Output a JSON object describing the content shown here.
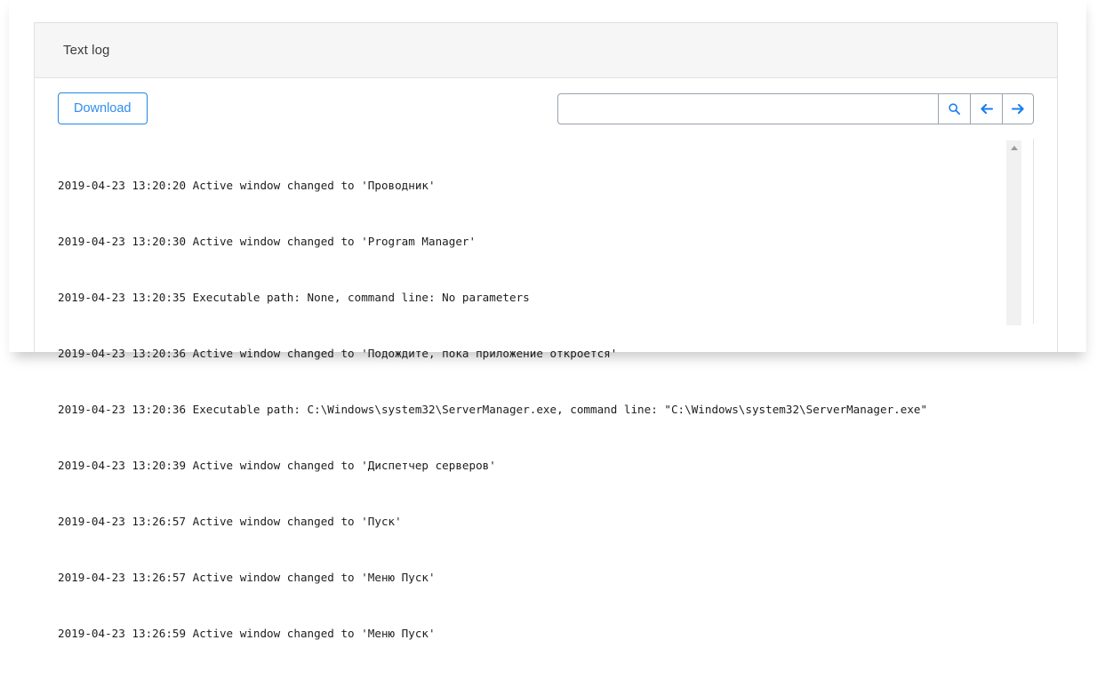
{
  "card": {
    "header_title": "Text log"
  },
  "toolbar": {
    "download_label": "Download",
    "search_value": "",
    "search_placeholder": "",
    "search_button_icon": "search-icon",
    "prev_button_icon": "arrow-left-icon",
    "next_button_icon": "arrow-right-icon"
  },
  "log": {
    "lines": [
      "2019-04-23 13:20:20 Active window changed to 'Проводник'",
      "2019-04-23 13:20:30 Active window changed to 'Program Manager'",
      "2019-04-23 13:20:35 Executable path: None, command line: No parameters",
      "2019-04-23 13:20:36 Active window changed to 'Подождите, пока приложение откроется'",
      "2019-04-23 13:20:36 Executable path: C:\\Windows\\system32\\ServerManager.exe, command line: \"C:\\Windows\\system32\\ServerManager.exe\"",
      "2019-04-23 13:20:39 Active window changed to 'Диспетчер серверов'",
      "2019-04-23 13:26:57 Active window changed to 'Пуск'",
      "2019-04-23 13:26:57 Active window changed to 'Меню Пуск'",
      "2019-04-23 13:26:59 Active window changed to 'Меню Пуск'"
    ]
  },
  "colors": {
    "accent_blue": "#2f8ded",
    "icon_blue": "#1a7ef0",
    "header_bg": "#f6f6f6",
    "border_gray": "#e0e0e0",
    "text_dark": "#1d1d1d"
  }
}
